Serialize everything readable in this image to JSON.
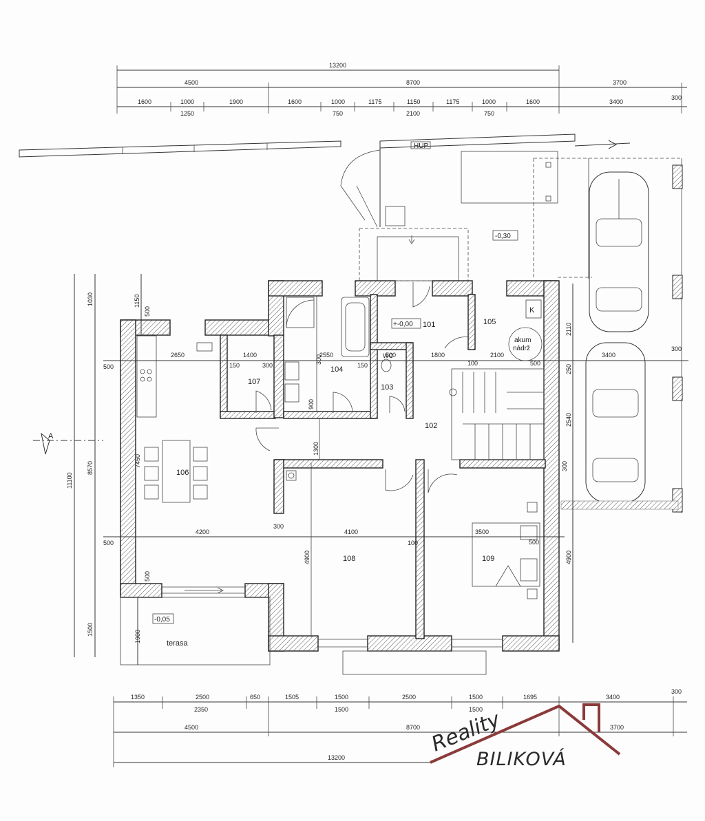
{
  "dimensions": {
    "top_total": "13200",
    "top_row2": [
      "4500",
      "8700",
      "3700"
    ],
    "top_row3a": [
      "1600",
      "1000",
      "1900",
      "1600",
      "1000",
      "1175",
      "1150",
      "1175",
      "1000",
      "1600",
      "3400",
      "300"
    ],
    "top_row3b": [
      "1250",
      "750",
      "2100",
      "750"
    ],
    "bottom_row1a": [
      "1350",
      "2500",
      "650",
      "1505",
      "1500",
      "2500",
      "1500",
      "1695",
      "3400",
      "300"
    ],
    "bottom_row1b": [
      "2350",
      "1500",
      "1500"
    ],
    "bottom_row2": [
      "4500",
      "8700",
      "3700"
    ],
    "bottom_total": "13200",
    "left_vertical": [
      "11100",
      "8570",
      "1030",
      "1150",
      "1500",
      "1900",
      "7450"
    ],
    "right_vertical": [
      "2110",
      "300",
      "250",
      "2540",
      "300",
      "4900"
    ],
    "internal": [
      "500",
      "2650",
      "1400",
      "150",
      "300",
      "2550",
      "150",
      "1800",
      "2100",
      "300",
      "3400",
      "3500",
      "900",
      "1300",
      "300",
      "4200",
      "4100",
      "300",
      "100",
      "3500",
      "500",
      "500",
      "4900",
      "500",
      "500",
      "900",
      "100",
      "500",
      "500"
    ]
  },
  "rooms": [
    "101",
    "102",
    "103",
    "104",
    "105",
    "106",
    "107",
    "108",
    "109"
  ],
  "labels": {
    "hup": "HUP",
    "level_outside": "-0,30",
    "level_entry": "+-0,00",
    "level_terrace": "-0,05",
    "terrace": "terasa",
    "tank_line1": "akum",
    "tank_line2": "nádrž",
    "boiler": "K",
    "wc": "WC",
    "section": "A"
  },
  "watermark": {
    "line1": "Reality",
    "line2": "BILIKOVÁ",
    "color": "#8b3a3a"
  }
}
